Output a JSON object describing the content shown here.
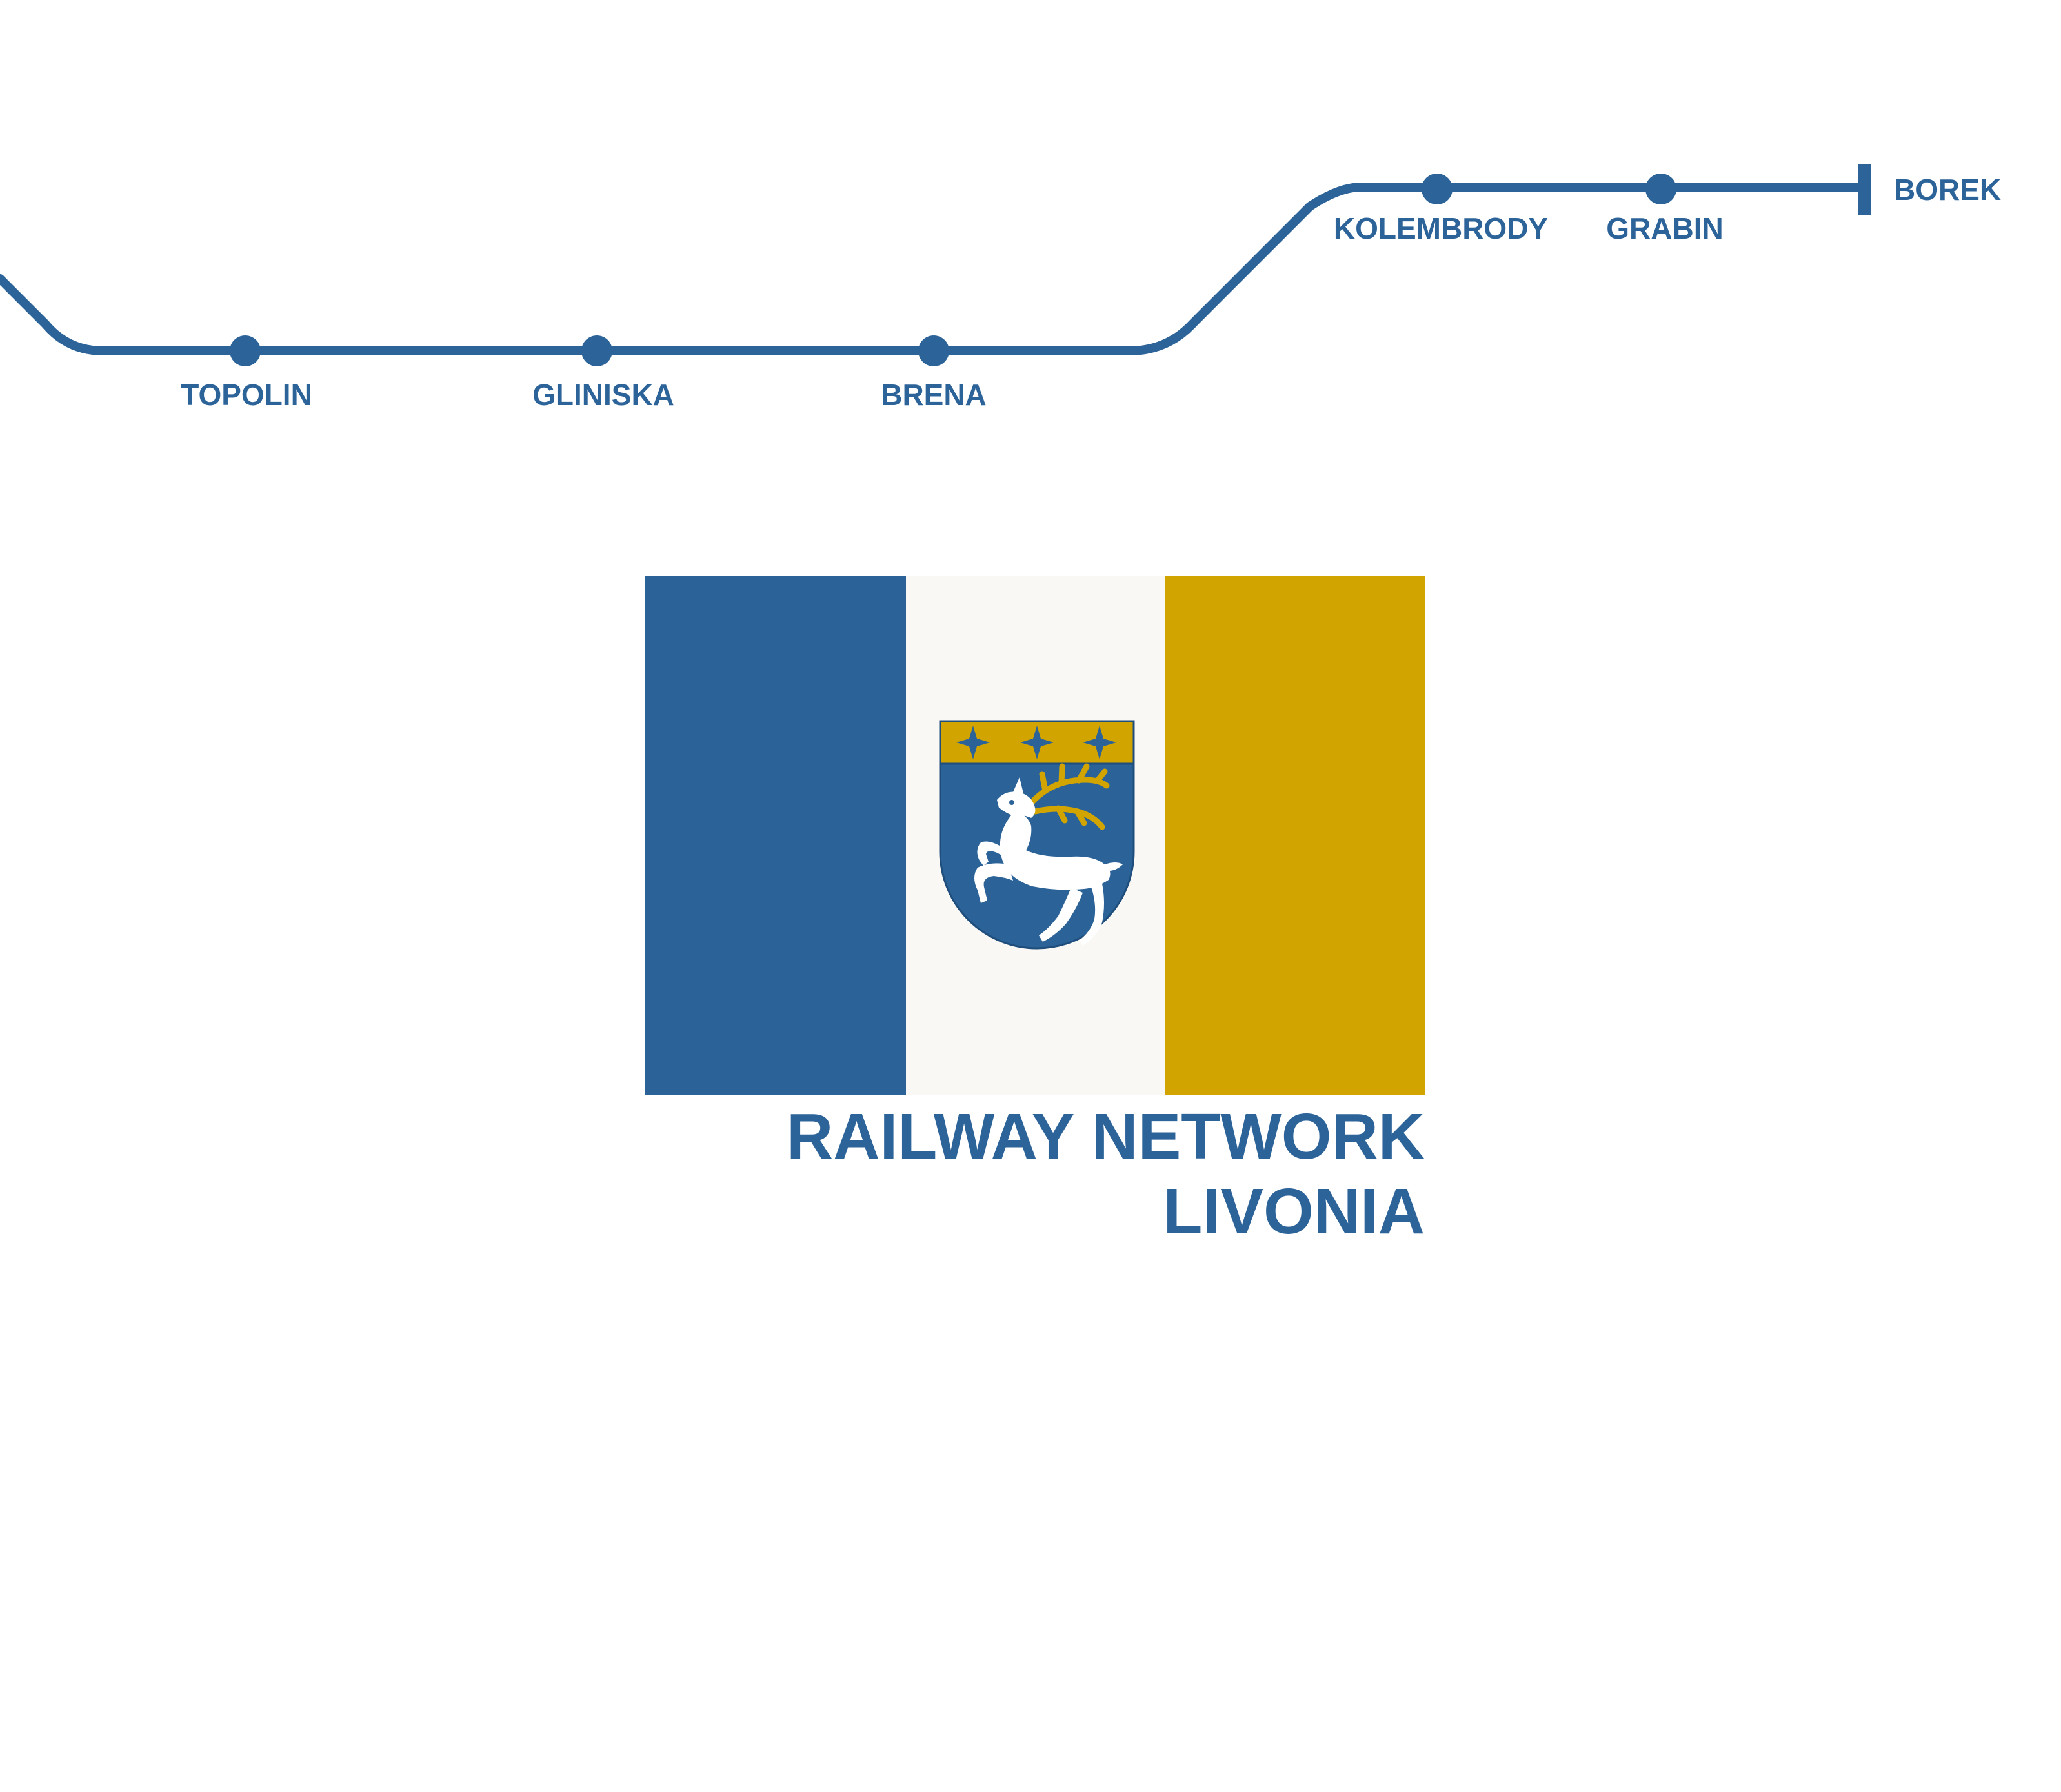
{
  "colors": {
    "line": "#2c6399",
    "flag_blue": "#2b6398",
    "flag_white": "#f9f8f5",
    "flag_gold": "#d1a400",
    "title": "#2c6399"
  },
  "line": {
    "stations": [
      {
        "name": "TOPOLIN"
      },
      {
        "name": "GLINISKA"
      },
      {
        "name": "BRENA"
      },
      {
        "name": "KOLEMBRODY"
      },
      {
        "name": "GRABIN"
      }
    ],
    "terminus": {
      "name": "BOREK"
    }
  },
  "emblem": {
    "icon": "coat-of-arms-stag-icon",
    "stars": 3
  },
  "title": {
    "line1": "RAILWAY NETWORK",
    "line2": "LIVONIA"
  }
}
